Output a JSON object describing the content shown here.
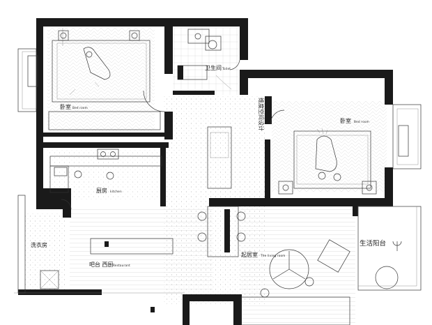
{
  "rooms": {
    "bedroom_nw": {
      "cn": "卧室",
      "en": "Bed room"
    },
    "toilet": {
      "cn": "卫生间",
      "en": "Toilet"
    },
    "bedroom_e": {
      "cn": "卧室",
      "en": "Bed room"
    },
    "kitchen": {
      "cn": "厨房",
      "en": "kitchen"
    },
    "laundry": {
      "cn": "洗衣房",
      "en": ""
    },
    "bar_western": {
      "cn": "吧台 西厨",
      "en": "Restaurant"
    },
    "living": {
      "cn": "起居室",
      "en": "The living room"
    },
    "balcony": {
      "cn": "生活阳台",
      "en": ""
    }
  },
  "brand_vertical": "维度空间设计",
  "colors": {
    "wall": "#1a1a1a",
    "line": "#333333",
    "paper": "#ffffff",
    "hatch": "#bdbdbd"
  }
}
